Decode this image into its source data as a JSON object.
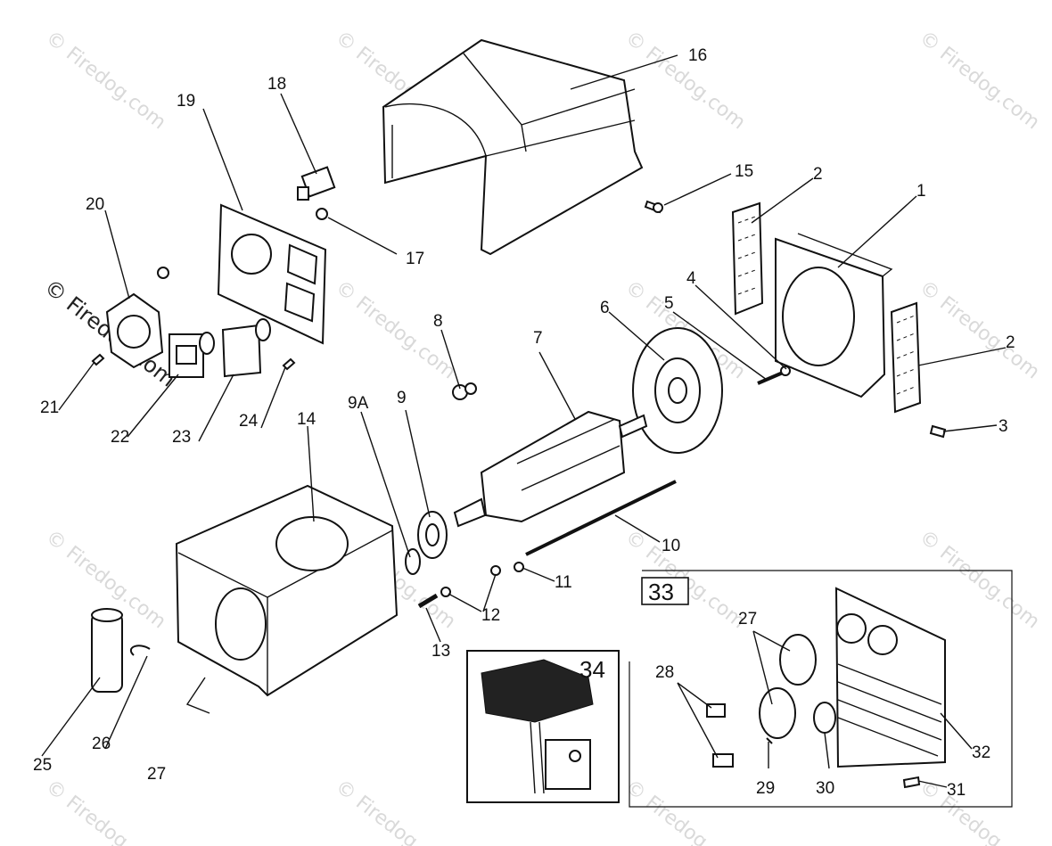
{
  "watermark": {
    "text": "© Firedog.com"
  },
  "callouts": [
    {
      "id": "c16",
      "label": "16"
    },
    {
      "id": "c15",
      "label": "15"
    },
    {
      "id": "c18",
      "label": "18"
    },
    {
      "id": "c19",
      "label": "19"
    },
    {
      "id": "c17",
      "label": "17"
    },
    {
      "id": "c20",
      "label": "20"
    },
    {
      "id": "c21",
      "label": "21"
    },
    {
      "id": "c22",
      "label": "22"
    },
    {
      "id": "c23",
      "label": "23"
    },
    {
      "id": "c24",
      "label": "24"
    },
    {
      "id": "c2a",
      "label": "2"
    },
    {
      "id": "c1",
      "label": "1"
    },
    {
      "id": "c4",
      "label": "4"
    },
    {
      "id": "c5",
      "label": "5"
    },
    {
      "id": "c6",
      "label": "6"
    },
    {
      "id": "c7",
      "label": "7"
    },
    {
      "id": "c8",
      "label": "8"
    },
    {
      "id": "c2b",
      "label": "2"
    },
    {
      "id": "c3",
      "label": "3"
    },
    {
      "id": "c9a",
      "label": "9A"
    },
    {
      "id": "c9",
      "label": "9"
    },
    {
      "id": "c14",
      "label": "14"
    },
    {
      "id": "c10",
      "label": "10"
    },
    {
      "id": "c11",
      "label": "11"
    },
    {
      "id": "c12",
      "label": "12"
    },
    {
      "id": "c13",
      "label": "13"
    },
    {
      "id": "c25",
      "label": "25"
    },
    {
      "id": "c26",
      "label": "26"
    },
    {
      "id": "c27a",
      "label": "27"
    },
    {
      "id": "c33",
      "label": "33"
    },
    {
      "id": "c27b",
      "label": "27"
    },
    {
      "id": "c28",
      "label": "28"
    },
    {
      "id": "c29",
      "label": "29"
    },
    {
      "id": "c30",
      "label": "30"
    },
    {
      "id": "c31",
      "label": "31"
    },
    {
      "id": "c32",
      "label": "32"
    },
    {
      "id": "c34",
      "label": "34"
    }
  ]
}
